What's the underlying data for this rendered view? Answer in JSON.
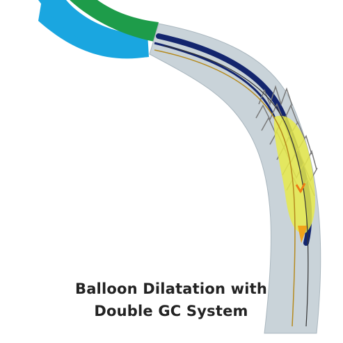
{
  "caption": {
    "line1": "Balloon Dilatation with",
    "line2": "Double GC System"
  },
  "colors": {
    "outer_catheter": "#1aa6e0",
    "inner_catheter": "#1e9c4a",
    "vessel": "#c9d3d9",
    "vessel_edge": "#a9b6be",
    "guide_wall": "#13256e",
    "guidewire": "#b58a1e",
    "balloon": "#e8ea4a",
    "balloon_tip": "#f0a21a",
    "stent_mesh": "#7a7a7a",
    "arrow": "#f07a14"
  },
  "icons": {
    "outer_catheter": "blue-guide-catheter-shape",
    "inner_catheter": "green-child-catheter-shape",
    "vessel": "curved-vessel-shape",
    "balloon": "inflated-balloon-shape",
    "stent": "stent-mesh-shape",
    "arrow": "chevron-arrow-icon"
  }
}
